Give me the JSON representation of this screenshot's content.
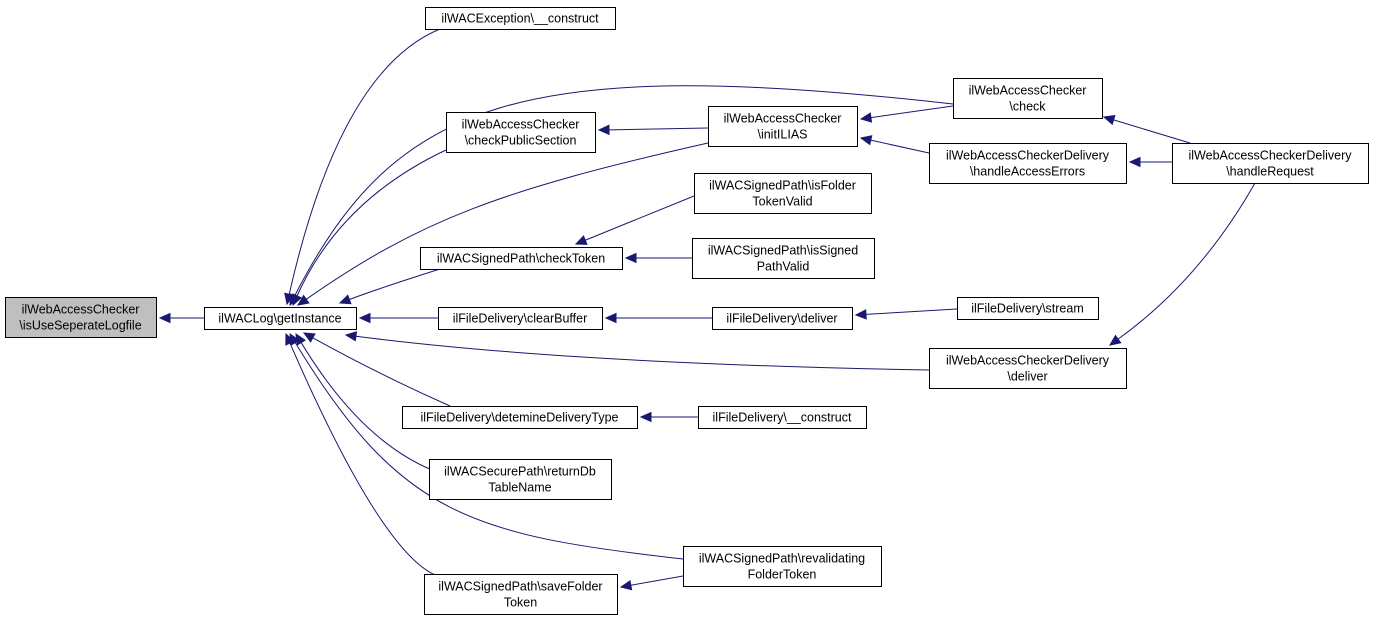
{
  "colors": {
    "edge": "#191970",
    "root_fill": "#bfbfbf",
    "node_fill": "#ffffff",
    "node_border": "#000000"
  },
  "nodes": [
    {
      "id": "root",
      "lines": [
        "ilWebAccessChecker",
        "\\isUseSeperateLogfile"
      ]
    },
    {
      "id": "getInstance",
      "lines": [
        "ilWACLog\\getInstance"
      ]
    },
    {
      "id": "exc_construct",
      "lines": [
        "ilWACException\\__construct"
      ]
    },
    {
      "id": "checkPublicSection",
      "lines": [
        "ilWebAccessChecker",
        "\\checkPublicSection"
      ]
    },
    {
      "id": "checkToken",
      "lines": [
        "ilWACSignedPath\\checkToken"
      ]
    },
    {
      "id": "clearBuffer",
      "lines": [
        "ilFileDelivery\\clearBuffer"
      ]
    },
    {
      "id": "detemineDeliveryType",
      "lines": [
        "ilFileDelivery\\detemineDeliveryType"
      ]
    },
    {
      "id": "returnDbTableName",
      "lines": [
        "ilWACSecurePath\\returnDb",
        "TableName"
      ]
    },
    {
      "id": "saveFolderToken",
      "lines": [
        "ilWACSignedPath\\saveFolder",
        "Token"
      ]
    },
    {
      "id": "initILIAS",
      "lines": [
        "ilWebAccessChecker",
        "\\initILIAS"
      ]
    },
    {
      "id": "isFolderTokenValid",
      "lines": [
        "ilWACSignedPath\\isFolder",
        "TokenValid"
      ]
    },
    {
      "id": "isSignedPathValid",
      "lines": [
        "ilWACSignedPath\\isSigned",
        "PathValid"
      ]
    },
    {
      "id": "fd_deliver",
      "lines": [
        "ilFileDelivery\\deliver"
      ]
    },
    {
      "id": "fd_construct",
      "lines": [
        "ilFileDelivery\\__construct"
      ]
    },
    {
      "id": "revalidatingFolderToken",
      "lines": [
        "ilWACSignedPath\\revalidating",
        "FolderToken"
      ]
    },
    {
      "id": "check",
      "lines": [
        "ilWebAccessChecker",
        "\\check"
      ]
    },
    {
      "id": "handleAccessErrors",
      "lines": [
        "ilWebAccessCheckerDelivery",
        "\\handleAccessErrors"
      ]
    },
    {
      "id": "stream",
      "lines": [
        "ilFileDelivery\\stream"
      ]
    },
    {
      "id": "wacd_deliver",
      "lines": [
        "ilWebAccessCheckerDelivery",
        "\\deliver"
      ]
    },
    {
      "id": "handleRequest",
      "lines": [
        "ilWebAccessCheckerDelivery",
        "\\handleRequest"
      ]
    }
  ],
  "edges": [
    {
      "from": "getInstance",
      "to": "root"
    },
    {
      "from": "exc_construct",
      "to": "getInstance"
    },
    {
      "from": "check",
      "to": "getInstance"
    },
    {
      "from": "checkPublicSection",
      "to": "getInstance"
    },
    {
      "from": "initILIAS",
      "to": "getInstance"
    },
    {
      "from": "checkToken",
      "to": "getInstance"
    },
    {
      "from": "clearBuffer",
      "to": "getInstance"
    },
    {
      "from": "wacd_deliver",
      "to": "getInstance"
    },
    {
      "from": "detemineDeliveryType",
      "to": "getInstance"
    },
    {
      "from": "returnDbTableName",
      "to": "getInstance"
    },
    {
      "from": "revalidatingFolderToken",
      "to": "getInstance"
    },
    {
      "from": "saveFolderToken",
      "to": "getInstance"
    },
    {
      "from": "initILIAS",
      "to": "checkPublicSection"
    },
    {
      "from": "check",
      "to": "initILIAS"
    },
    {
      "from": "handleAccessErrors",
      "to": "initILIAS"
    },
    {
      "from": "handleRequest",
      "to": "handleAccessErrors"
    },
    {
      "from": "handleRequest",
      "to": "check"
    },
    {
      "from": "isFolderTokenValid",
      "to": "checkToken"
    },
    {
      "from": "isSignedPathValid",
      "to": "checkToken"
    },
    {
      "from": "fd_deliver",
      "to": "clearBuffer"
    },
    {
      "from": "stream",
      "to": "fd_deliver"
    },
    {
      "from": "handleRequest",
      "to": "wacd_deliver"
    },
    {
      "from": "fd_construct",
      "to": "detemineDeliveryType"
    },
    {
      "from": "revalidatingFolderToken",
      "to": "saveFolderToken"
    }
  ]
}
